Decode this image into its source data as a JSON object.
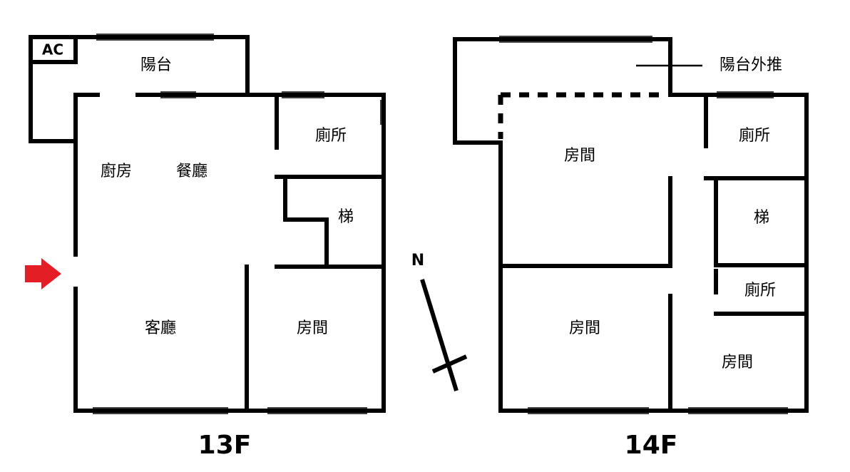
{
  "floor_13": {
    "floor_label": "13F",
    "ac_label": "AC",
    "rooms": {
      "balcony": "陽台",
      "kitchen": "廚房",
      "dining": "餐廳",
      "toilet": "廁所",
      "stairs": "梯",
      "living": "客廳",
      "bedroom": "房間"
    },
    "entrance_arrow_color": "#e31e24"
  },
  "floor_14": {
    "floor_label": "14F",
    "balcony_note": "陽台外推",
    "rooms": {
      "bedroom_top": "房間",
      "toilet_top": "廁所",
      "stairs": "梯",
      "toilet_mid": "廁所",
      "bedroom_left": "房間",
      "bedroom_right": "房間"
    }
  },
  "compass": {
    "north_label": "N"
  }
}
